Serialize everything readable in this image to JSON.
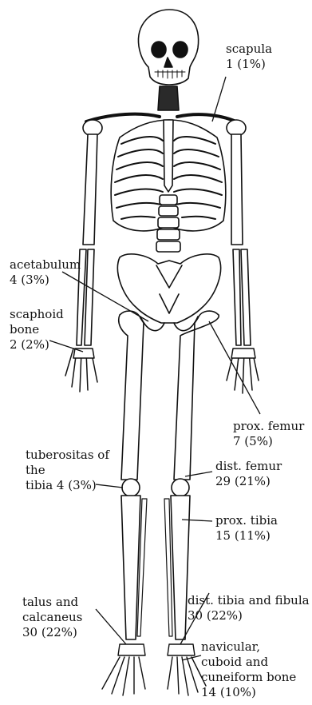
{
  "colors": {
    "ink": "#111111",
    "bone_fill": "#ffffff",
    "shade": "#2a2a2a",
    "background": "#ffffff"
  },
  "labels": {
    "scapula": {
      "lines": [
        "scapula",
        "1 (1%)"
      ]
    },
    "acetabulum": {
      "lines": [
        "acetabulum",
        "4 (3%)"
      ]
    },
    "scaphoid": {
      "lines": [
        "scaphoid",
        "bone",
        "2 (2%)"
      ]
    },
    "prox_femur": {
      "lines": [
        "prox. femur",
        "7 (5%)"
      ]
    },
    "tuberositas": {
      "lines": [
        "tuberositas of",
        "the",
        "tibia 4 (3%)"
      ]
    },
    "dist_femur": {
      "lines": [
        "dist. femur",
        "29 (21%)"
      ]
    },
    "prox_tibia": {
      "lines": [
        "prox. tibia",
        "15 (11%)"
      ]
    },
    "talus": {
      "lines": [
        "talus and",
        "calcaneus",
        "30 (22%)"
      ]
    },
    "dist_tibia": {
      "lines": [
        "dist. tibia and fibula",
        "30 (22%)"
      ]
    },
    "navicular": {
      "lines": [
        "navicular,",
        "cuboid and",
        "cuneiform bone",
        "14 (10%)"
      ]
    }
  }
}
